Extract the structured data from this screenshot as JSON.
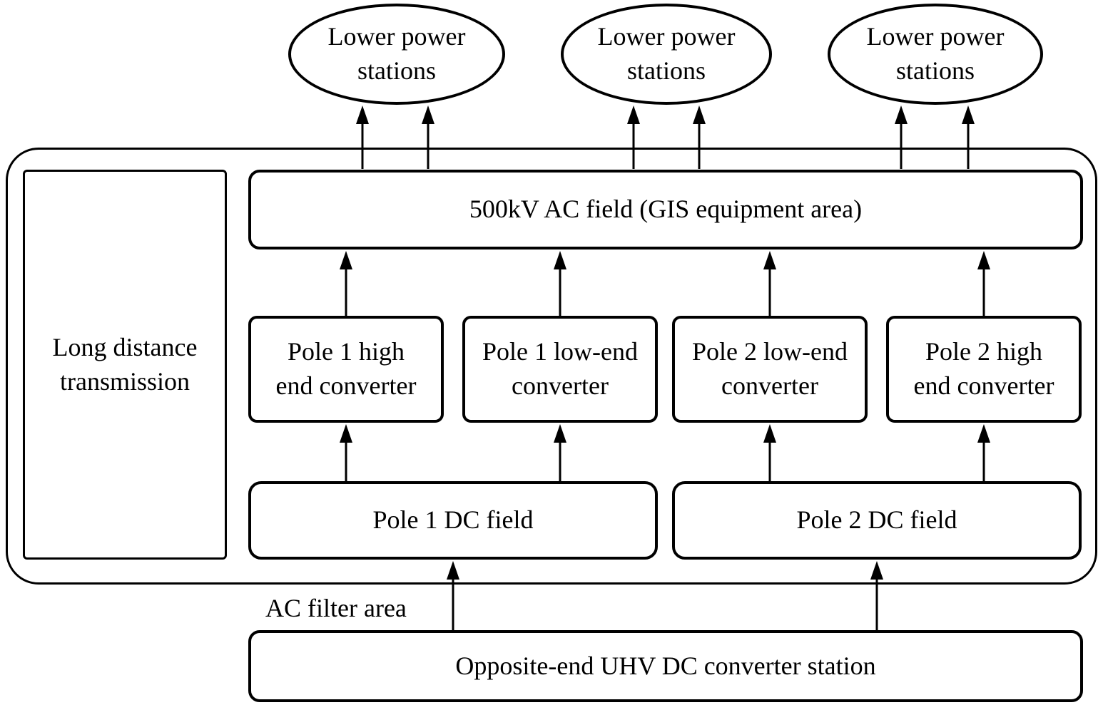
{
  "diagram": {
    "colors": {
      "line": "#000000",
      "background": "#ffffff"
    },
    "lower_power_stations": [
      {
        "line1": "Lower power",
        "line2": "stations"
      },
      {
        "line1": "Lower power",
        "line2": "stations"
      },
      {
        "line1": "Lower power",
        "line2": "stations"
      }
    ],
    "long_distance": {
      "line1": "Long distance",
      "line2": "transmission"
    },
    "ac_field_label": "500kV AC field (GIS equipment area)",
    "converters": [
      {
        "line1": "Pole 1 high",
        "line2": "end converter"
      },
      {
        "line1": "Pole 1 low-end",
        "line2": "converter"
      },
      {
        "line1": "Pole 2 low-end",
        "line2": "converter"
      },
      {
        "line1": "Pole 2 high",
        "line2": "end converter"
      }
    ],
    "dc_fields": [
      {
        "label": "Pole 1 DC field"
      },
      {
        "label": "Pole 2 DC field"
      }
    ],
    "ac_filter_label": "AC filter area",
    "opposite_station_label": "Opposite-end UHV DC converter station"
  }
}
